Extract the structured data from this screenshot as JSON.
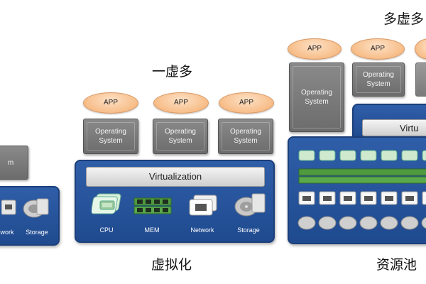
{
  "titles": {
    "one_to_many": "一虚多",
    "virtualization": "虚拟化",
    "many_to_many": "多虚多",
    "resource_pool": "资源池"
  },
  "app_label": "APP",
  "os_label": "Operating System",
  "os_label_partial": "m",
  "virt_label": "Virtualization",
  "virt_label_partial": "Virtu",
  "resources": {
    "cpu": "CPU",
    "mem": "MEM",
    "network": "Network",
    "network_partial": "work",
    "storage": "Storage"
  },
  "colors": {
    "panel_blue": "#2f5ea8",
    "app_orange": "#f7bd88",
    "os_gray": "#7a7a7a"
  }
}
